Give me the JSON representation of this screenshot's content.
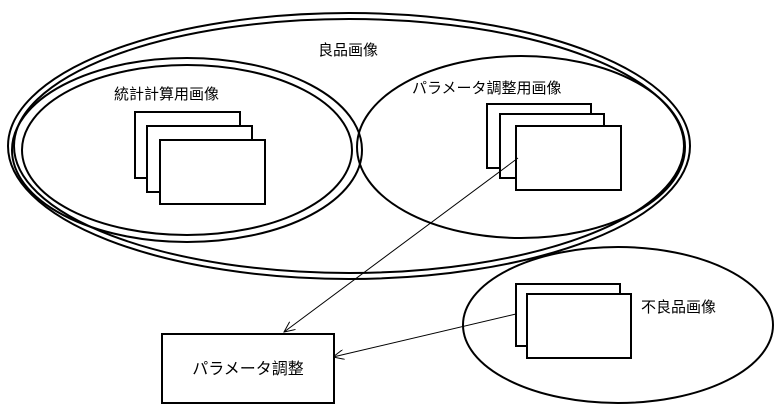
{
  "diagram": {
    "good_images_label": "良品画像",
    "stat_images_label": "統計計算用画像",
    "param_images_label": "パラメータ調整用画像",
    "defect_images_label": "不良品画像",
    "param_adjust_label": "パラメータ調整"
  },
  "colors": {
    "stroke": "#000000",
    "background": "#ffffff"
  }
}
